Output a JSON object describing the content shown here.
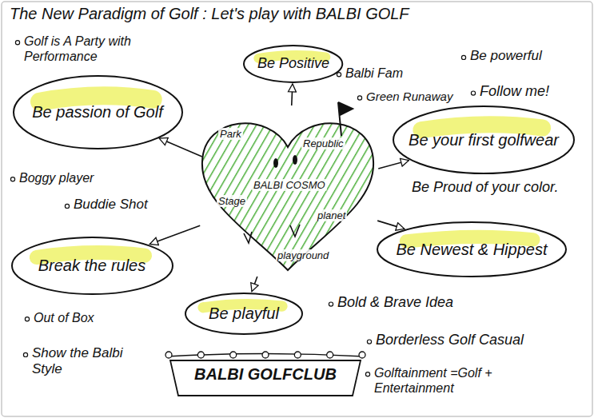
{
  "diagram": {
    "title": "The New Paradigm of Golf : Let's play with BALBI GOLF",
    "nodes": [
      {
        "text": [
          "Be Positive"
        ]
      },
      {
        "text": [
          "Be passion of Golf"
        ]
      },
      {
        "text": [
          "Be your first golfwear"
        ]
      },
      {
        "text": [
          "BALBI COSMO",
          "Park",
          "Republic",
          "Stage",
          "planet",
          "playground"
        ]
      },
      {
        "text": [
          "Be Newest & Hippest"
        ]
      },
      {
        "text": [
          "Break the rules"
        ]
      },
      {
        "text": [
          "Be playful"
        ]
      },
      {
        "text": [
          "BALBI GOLFCLUB"
        ]
      }
    ],
    "edges": [
      {
        "from": 3,
        "to": 0,
        "arrow": "to"
      },
      {
        "from": 3,
        "to": 1,
        "arrow": "to"
      },
      {
        "from": 3,
        "to": 2,
        "arrow": "to"
      },
      {
        "from": 3,
        "to": 4,
        "arrow": "to"
      },
      {
        "from": 3,
        "to": 5,
        "arrow": "to"
      },
      {
        "from": 3,
        "to": 6,
        "arrow": "to"
      }
    ],
    "labels": [
      "Golf is A Party with Performance",
      "Balbi Fam",
      "Be powerful",
      "Green Runaway",
      "Follow me!",
      "Be Proud of your color.",
      "Boggy player",
      "Buddie Shot",
      "Out of Box",
      "Show the Balbi Style",
      "Bold & Brave Idea",
      "Borderless Golf Casual",
      "Golftainment =Golf + Entertainment"
    ]
  }
}
